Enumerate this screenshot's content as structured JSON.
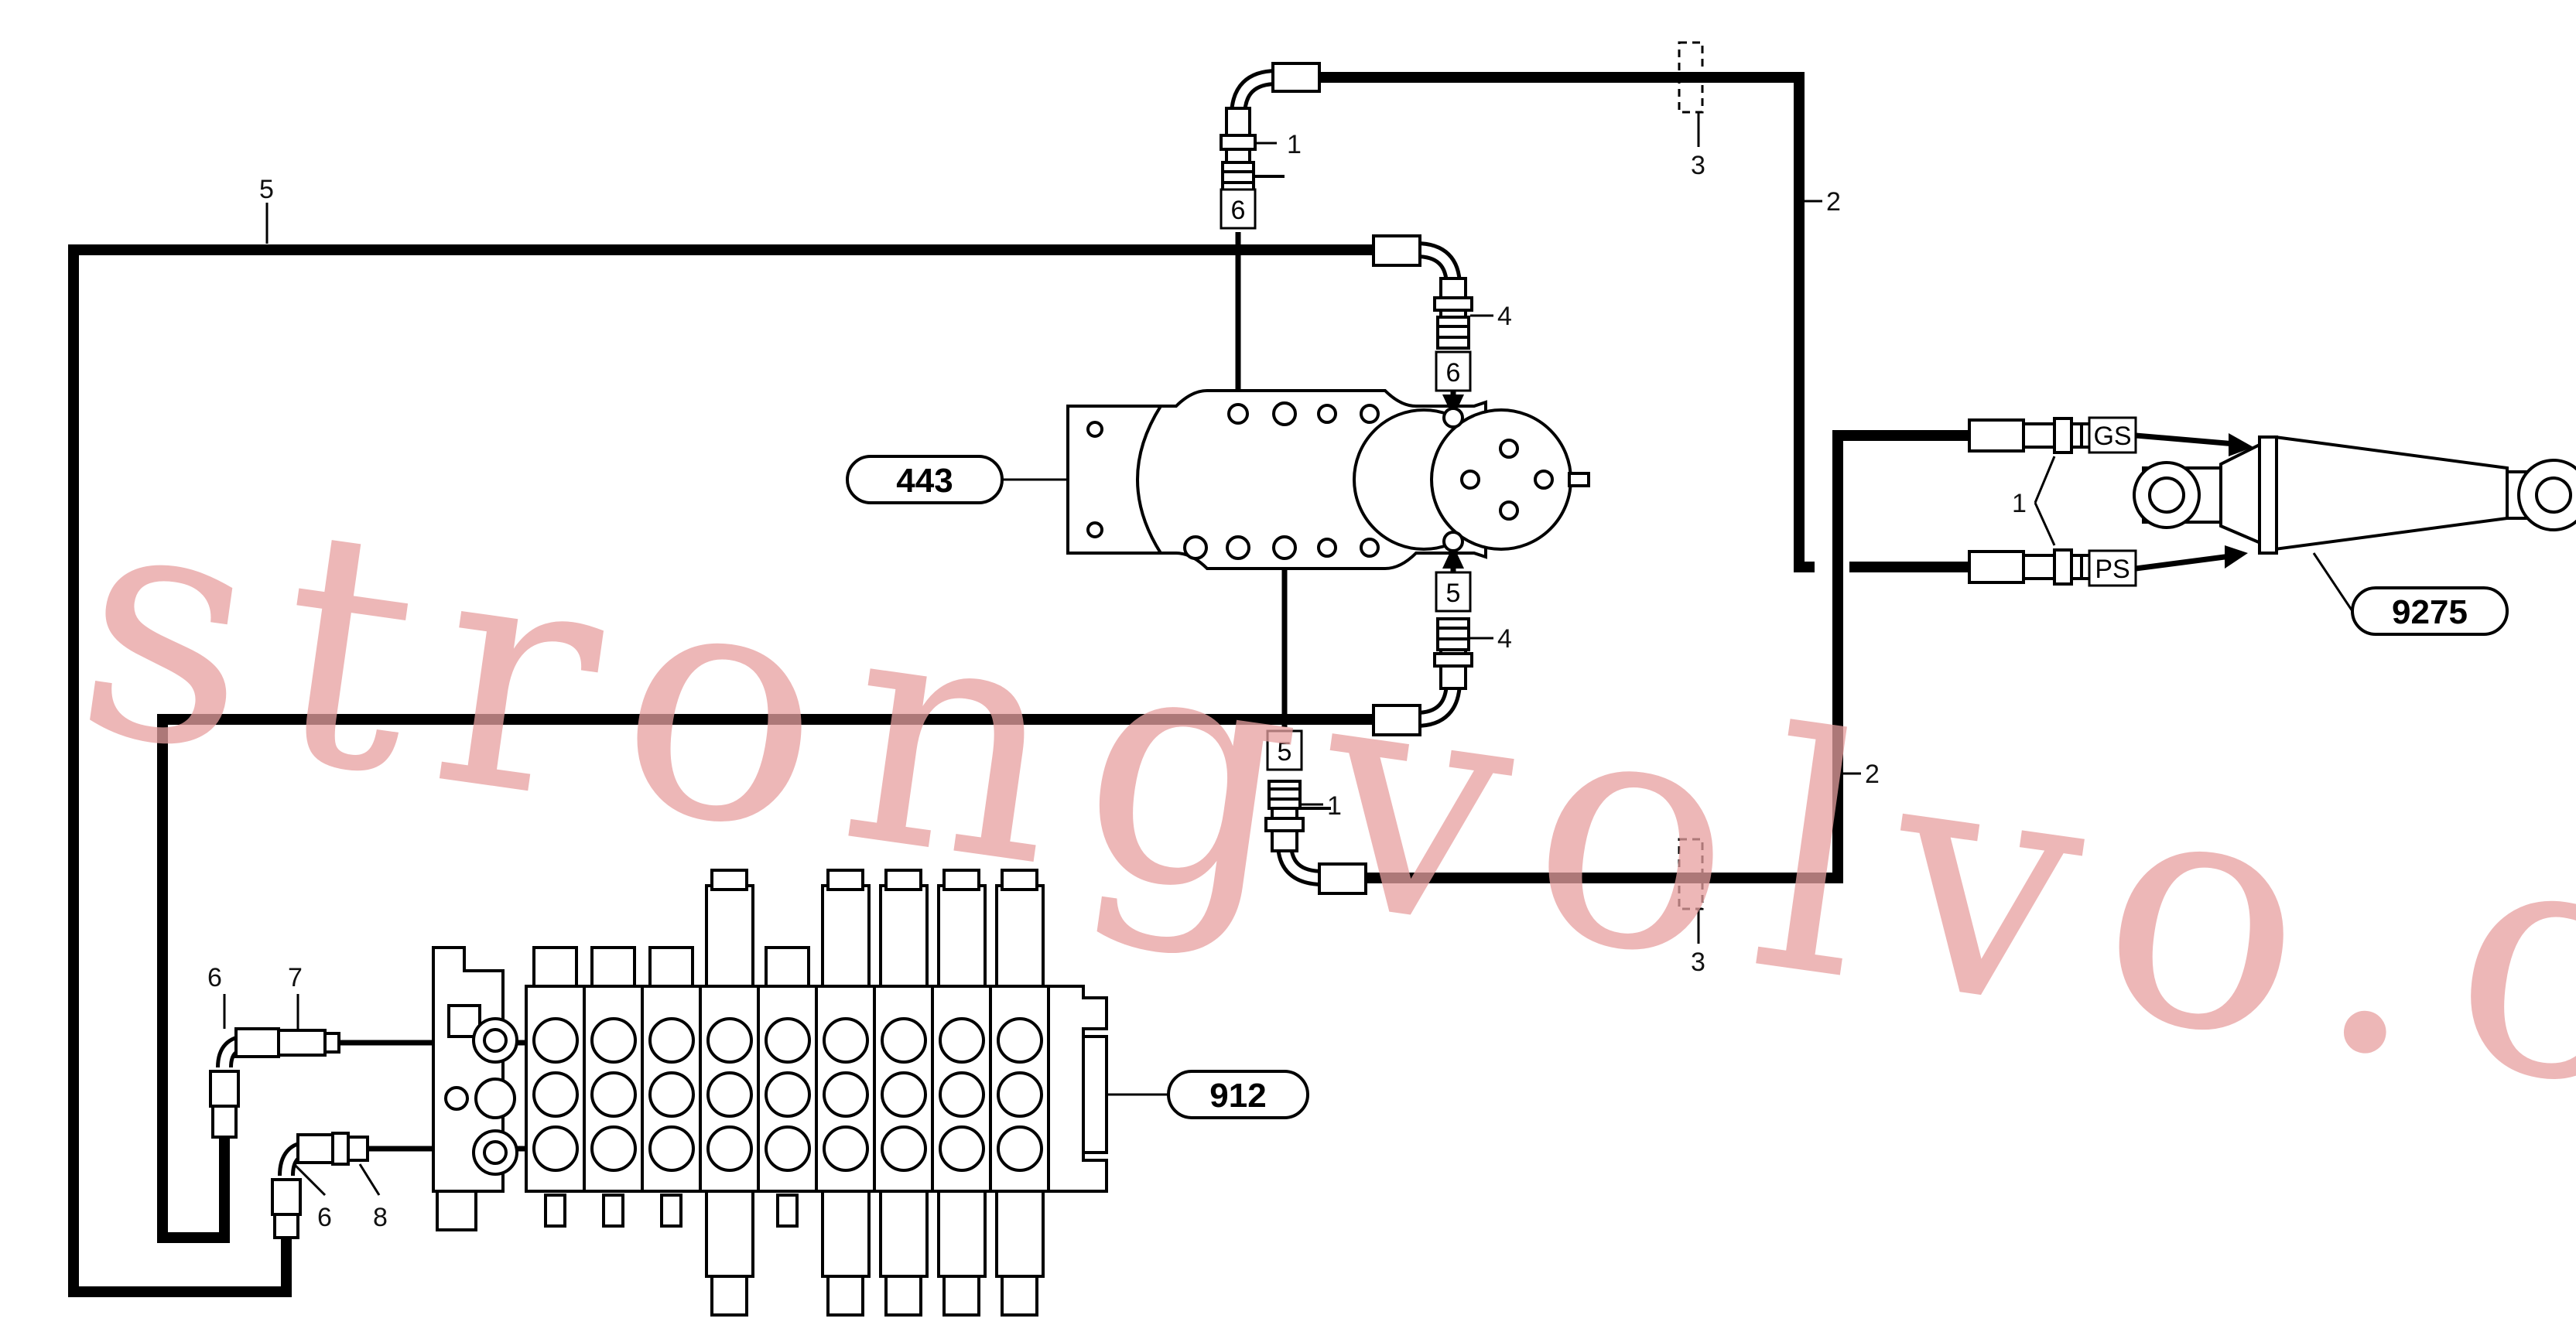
{
  "callouts": {
    "pump": "443",
    "control_valve": "912",
    "cylinder": "9275"
  },
  "port_tags": {
    "top_line": "6",
    "pump_top": "6",
    "pump_bottom": "5",
    "bottom_line": "5",
    "cyl_gs": "GS",
    "cyl_ps": "PS"
  },
  "item_numbers": {
    "n1_top": "1",
    "n1_bottom": "1",
    "n1_cyl": "1",
    "n2_upper": "2",
    "n2_lower": "2",
    "n3_top": "3",
    "n3_bottom": "3",
    "n4_upper": "4",
    "n4_lower": "4",
    "n5_left": "5",
    "n6_upper": "6",
    "n6_lower": "6",
    "n7": "7",
    "n8": "8"
  },
  "watermark": "strongvolvo.com"
}
